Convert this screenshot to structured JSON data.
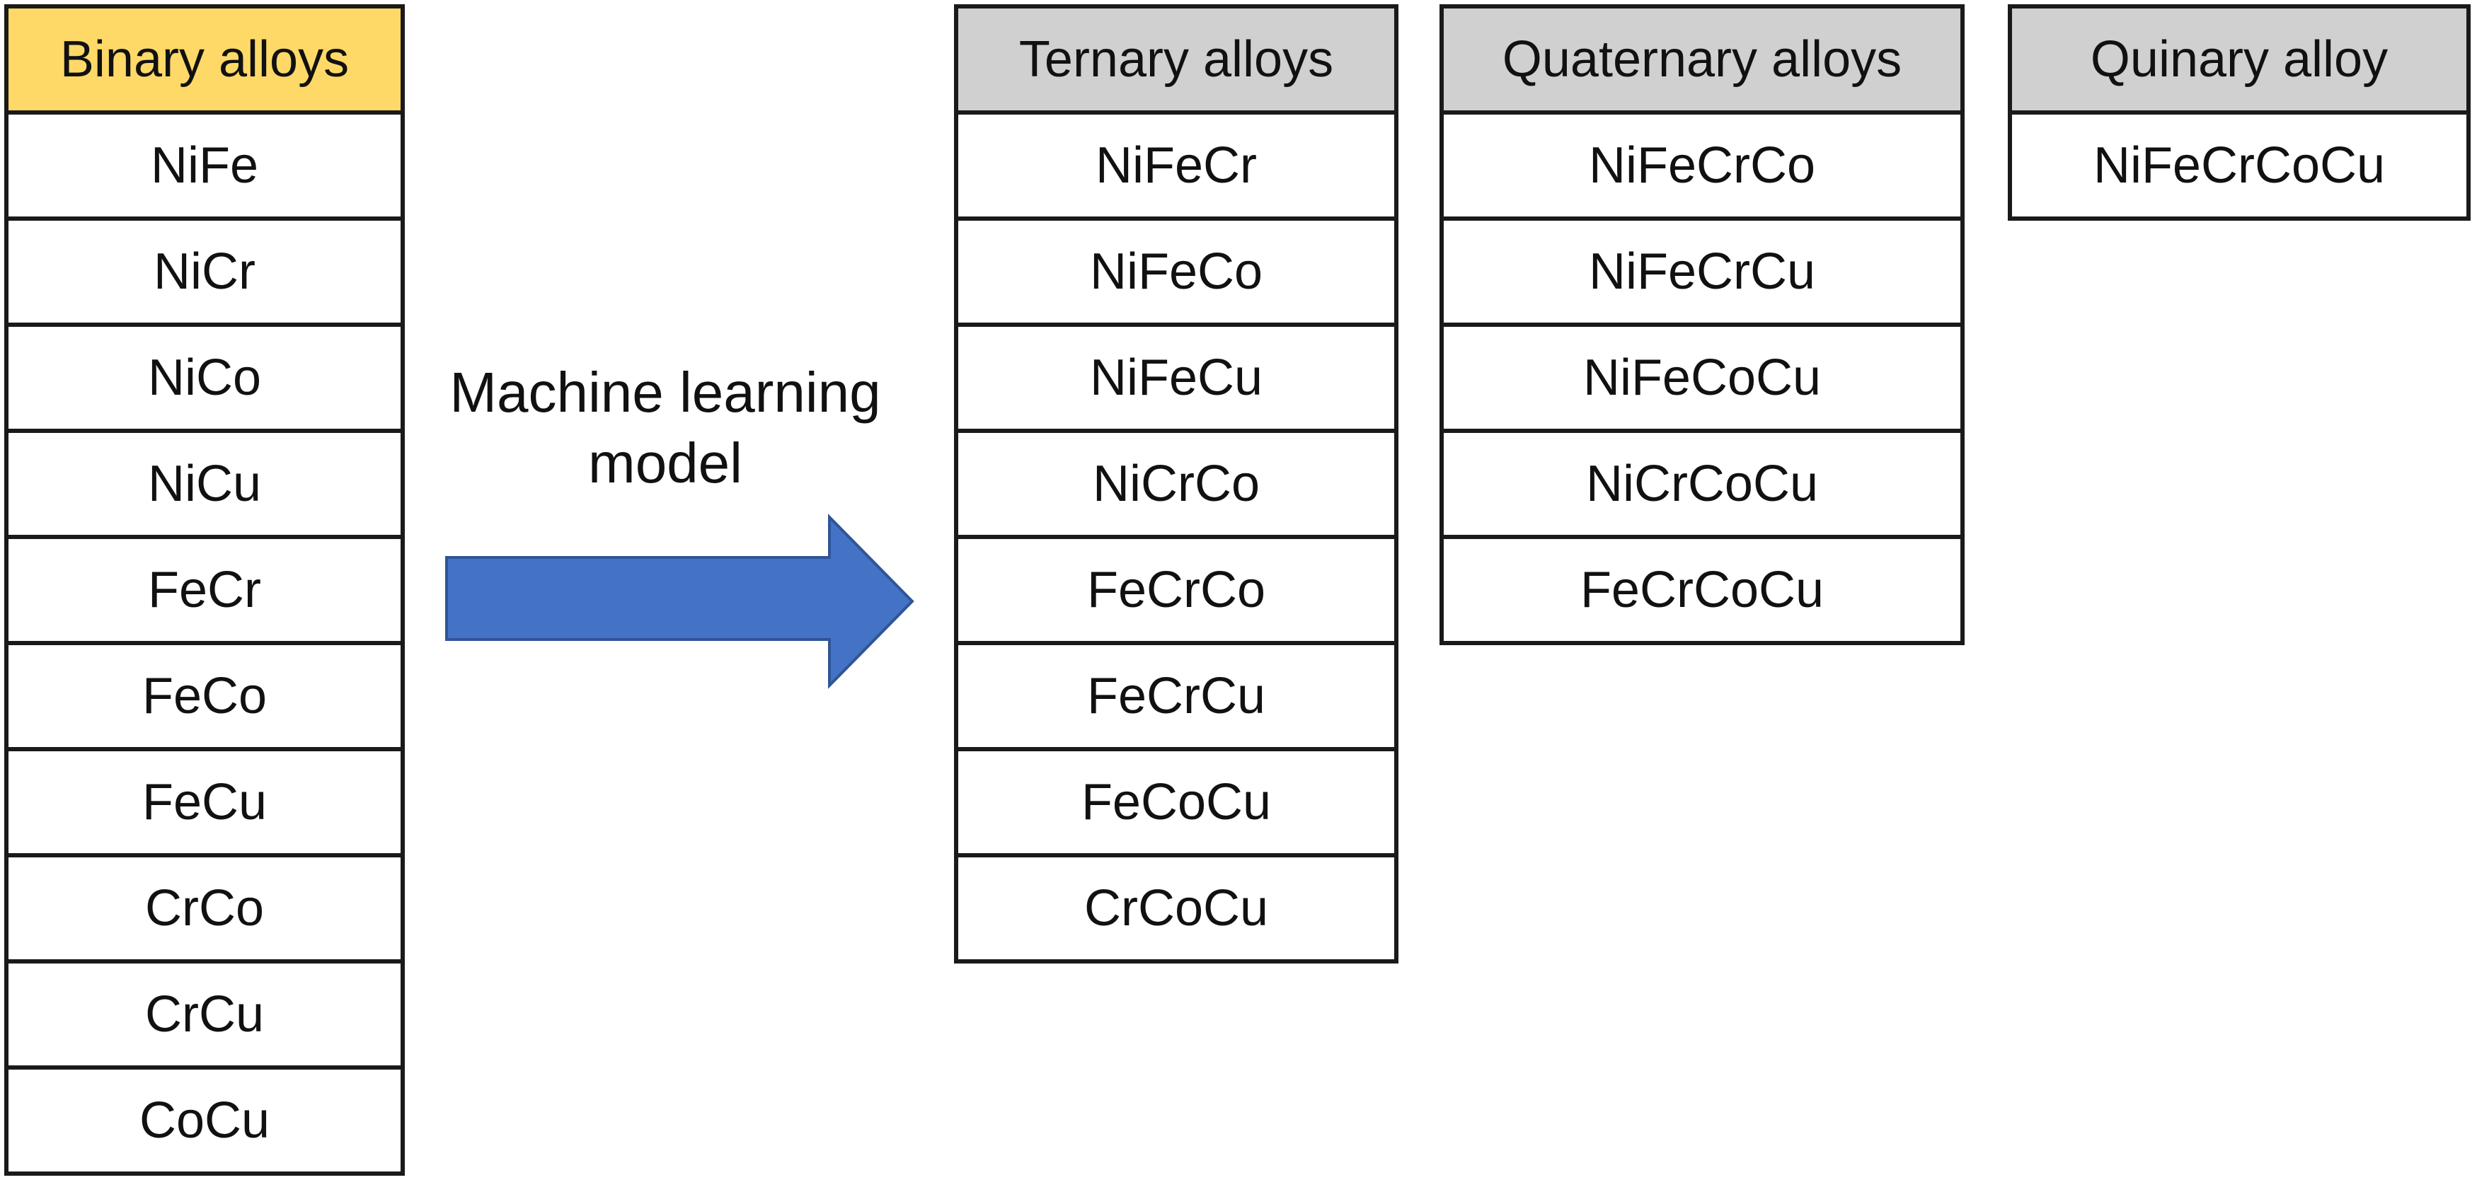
{
  "diagram": {
    "arrow_label_line1": "Machine learning",
    "arrow_label_line2": "model",
    "arrow_color": "#4472c4",
    "binary_header_color": "#fed968",
    "gray_header_color": "#d0d0d0"
  },
  "columns": {
    "binary": {
      "header": "Binary alloys",
      "items": [
        "NiFe",
        "NiCr",
        "NiCo",
        "NiCu",
        "FeCr",
        "FeCo",
        "FeCu",
        "CrCo",
        "CrCu",
        "CoCu"
      ]
    },
    "ternary": {
      "header": "Ternary alloys",
      "items": [
        "NiFeCr",
        "NiFeCo",
        "NiFeCu",
        "NiCrCo",
        "FeCrCo",
        "FeCrCu",
        "FeCoCu",
        "CrCoCu"
      ]
    },
    "quaternary": {
      "header": "Quaternary alloys",
      "items": [
        "NiFeCrCo",
        "NiFeCrCu",
        "NiFeCoCu",
        "NiCrCoCu",
        "FeCrCoCu"
      ]
    },
    "quinary": {
      "header": "Quinary alloy",
      "items": [
        "NiFeCrCoCu"
      ]
    }
  }
}
